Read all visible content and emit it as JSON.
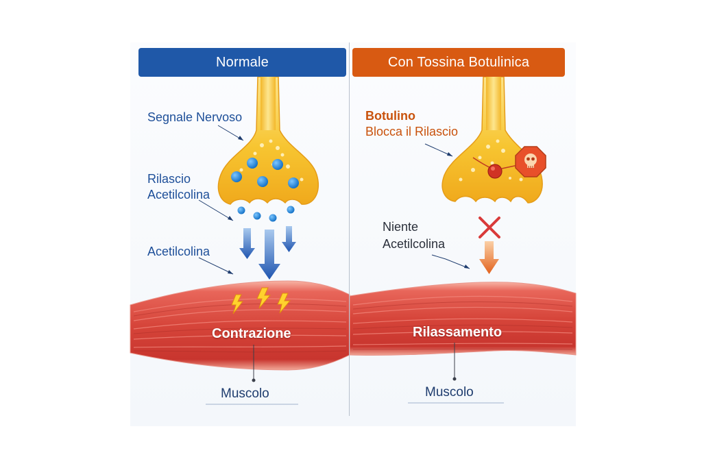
{
  "panels": {
    "left": {
      "title": "Normale",
      "labels": {
        "signal": "Segnale Nervoso",
        "release_line1": "Rilascio",
        "release_line2": "Acetilcolina",
        "acetylcholine": "Acetilcolina"
      },
      "muscle_state": "Contrazione",
      "muscle": "Muscolo"
    },
    "right": {
      "title": "Con Tossina Botulinica",
      "labels": {
        "toxin_line1": "Botulino",
        "toxin_line2": "Blocca il Rilascio",
        "none_line1": "Niente",
        "none_line2": "Acetilcolina"
      },
      "muscle_state": "Rilassamento",
      "muscle": "Muscolo"
    }
  },
  "colors": {
    "normal_header": "#1f58a8",
    "toxin_header": "#d85a12",
    "nerve": "#f5c02e",
    "vesicle": "#1a86d8",
    "muscle": "#d6453a",
    "toxin_marker": "#e0512a",
    "block_x": "#d93a3a"
  },
  "icons": [
    "skull-icon",
    "lightning-icon",
    "block-x-icon"
  ]
}
